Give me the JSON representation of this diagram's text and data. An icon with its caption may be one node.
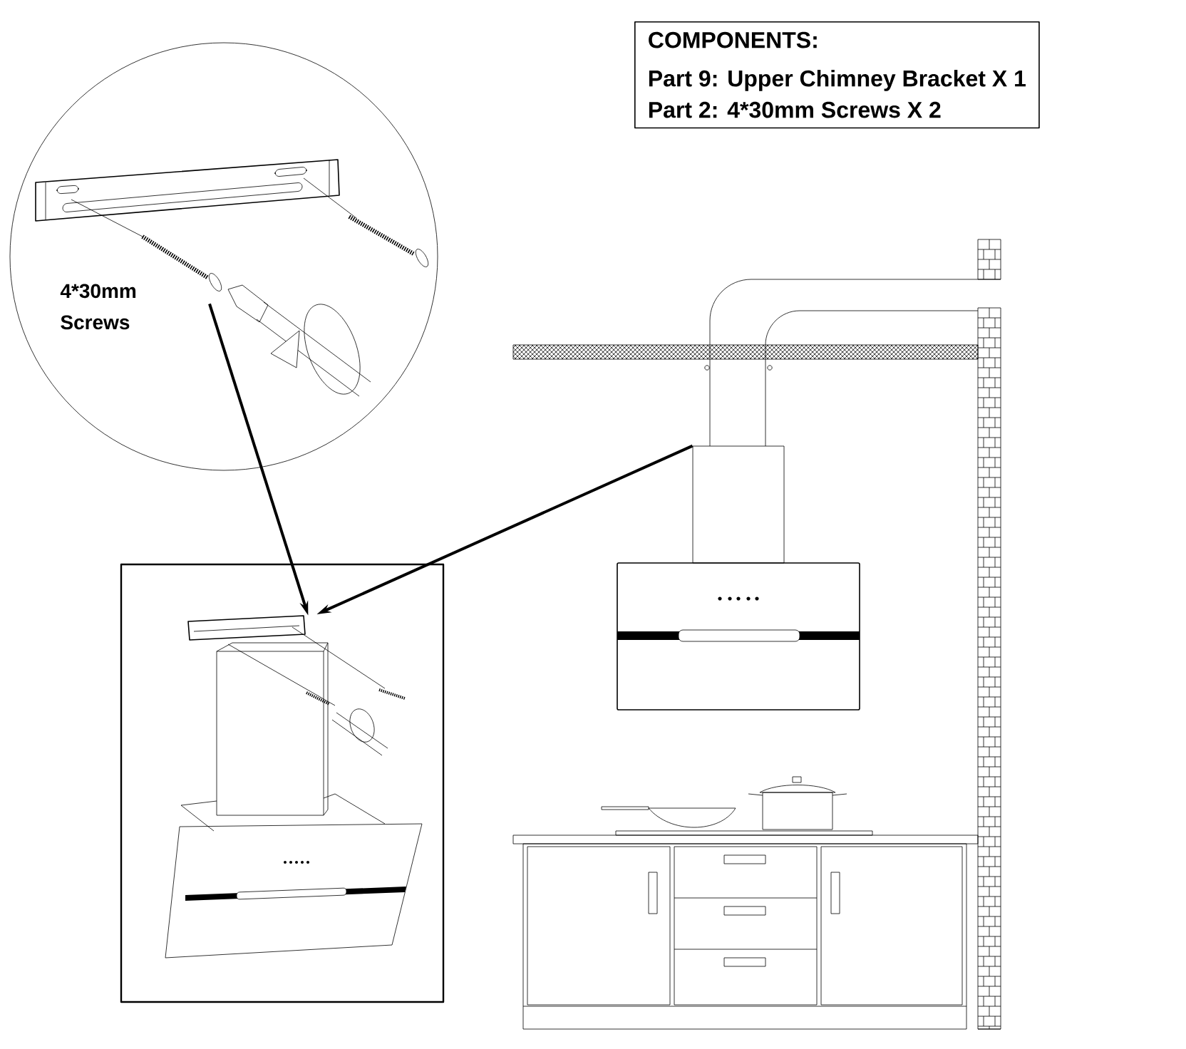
{
  "diagram": {
    "nodes": [
      {
        "text": [
          "COMPONENTS:",
          "Part 9: Upper Chimney Bracket X 1",
          "Part 2: 4*30mm Screws X 2"
        ]
      },
      {
        "text": [
          "4*30mm Screws"
        ]
      },
      {
        "text": [],
        "shape": "picture",
        "in": 1
      },
      {
        "text": [],
        "shape": "box"
      },
      {
        "text": [],
        "shape": "picture",
        "in": 3
      },
      {
        "text": [],
        "shape": "box"
      }
    ],
    "edges": [
      {
        "from": 2,
        "to": 4,
        "arrow": "to"
      },
      {
        "from": 5,
        "to": 4,
        "arrow": "to"
      }
    ]
  }
}
